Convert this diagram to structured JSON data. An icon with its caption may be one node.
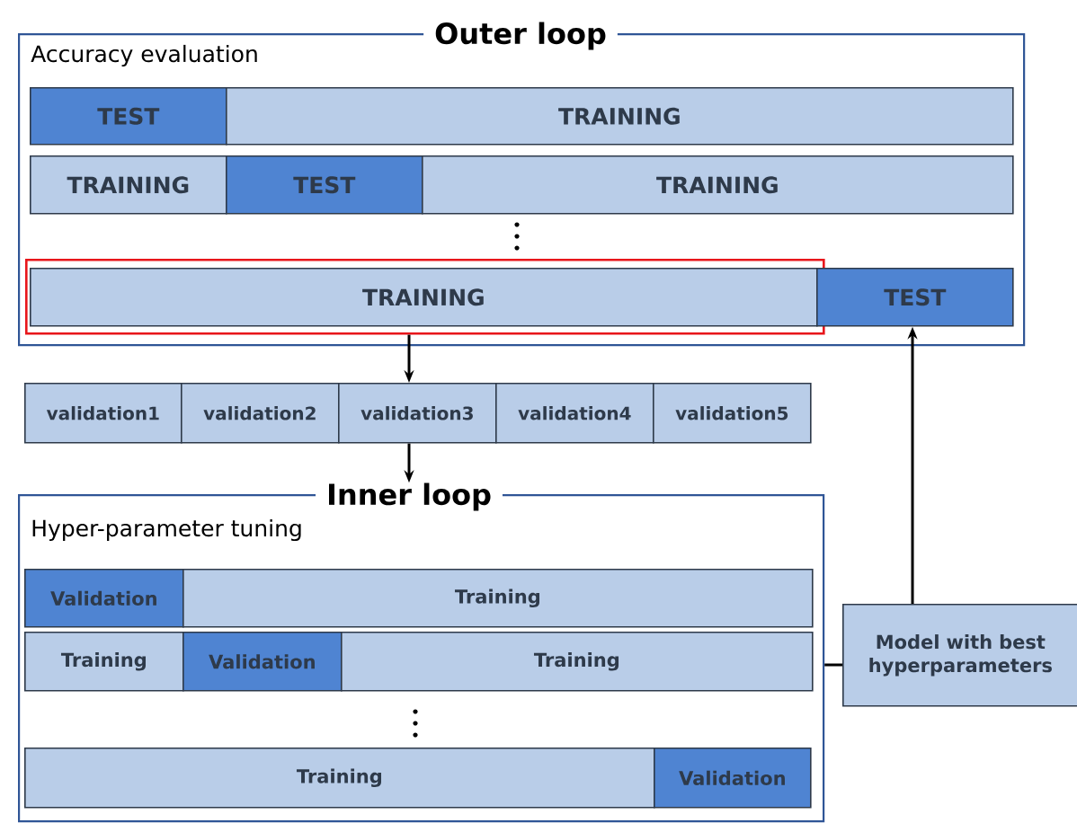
{
  "diagram": {
    "nodes": [
      {
        "text": [
          "Outer loop",
          "Accuracy evaluation"
        ]
      },
      {
        "text": [
          "TEST"
        ],
        "in": 0
      },
      {
        "text": [
          "TRAINING"
        ],
        "in": 0
      },
      {
        "text": [
          "TRAINING"
        ],
        "in": 0
      },
      {
        "text": [
          "TEST"
        ],
        "in": 0
      },
      {
        "text": [
          "TRAINING"
        ],
        "in": 0
      },
      {
        "text": [],
        "shape": "box",
        "in": 0
      },
      {
        "text": [
          "TRAINING"
        ],
        "in": 6
      },
      {
        "text": [
          "TEST"
        ],
        "in": 0
      },
      {
        "text": [
          "validation1"
        ]
      },
      {
        "text": [
          "validation2"
        ]
      },
      {
        "text": [
          "validation3"
        ]
      },
      {
        "text": [
          "validation4"
        ]
      },
      {
        "text": [
          "validation5"
        ]
      },
      {
        "text": [
          "Inner loop",
          "Hyper-parameter tuning"
        ]
      },
      {
        "text": [
          "Validation"
        ],
        "in": 14
      },
      {
        "text": [
          "Training"
        ],
        "in": 14
      },
      {
        "text": [
          "Training"
        ],
        "in": 14
      },
      {
        "text": [
          "Validation"
        ],
        "in": 14
      },
      {
        "text": [
          "Training"
        ],
        "in": 14
      },
      {
        "text": [
          "Training"
        ],
        "in": 14
      },
      {
        "text": [
          "Validation"
        ],
        "in": 14
      },
      {
        "text": [
          "Model with best hyperparameters"
        ]
      }
    ],
    "edges": [
      {
        "from": 6,
        "to": 11,
        "arrow": "to"
      },
      {
        "from": 11,
        "to": 14,
        "arrow": "to"
      },
      {
        "from": 22,
        "to": 8,
        "arrow": "to"
      },
      {
        "from": 14,
        "to": 22,
        "arrow": "none"
      }
    ]
  }
}
